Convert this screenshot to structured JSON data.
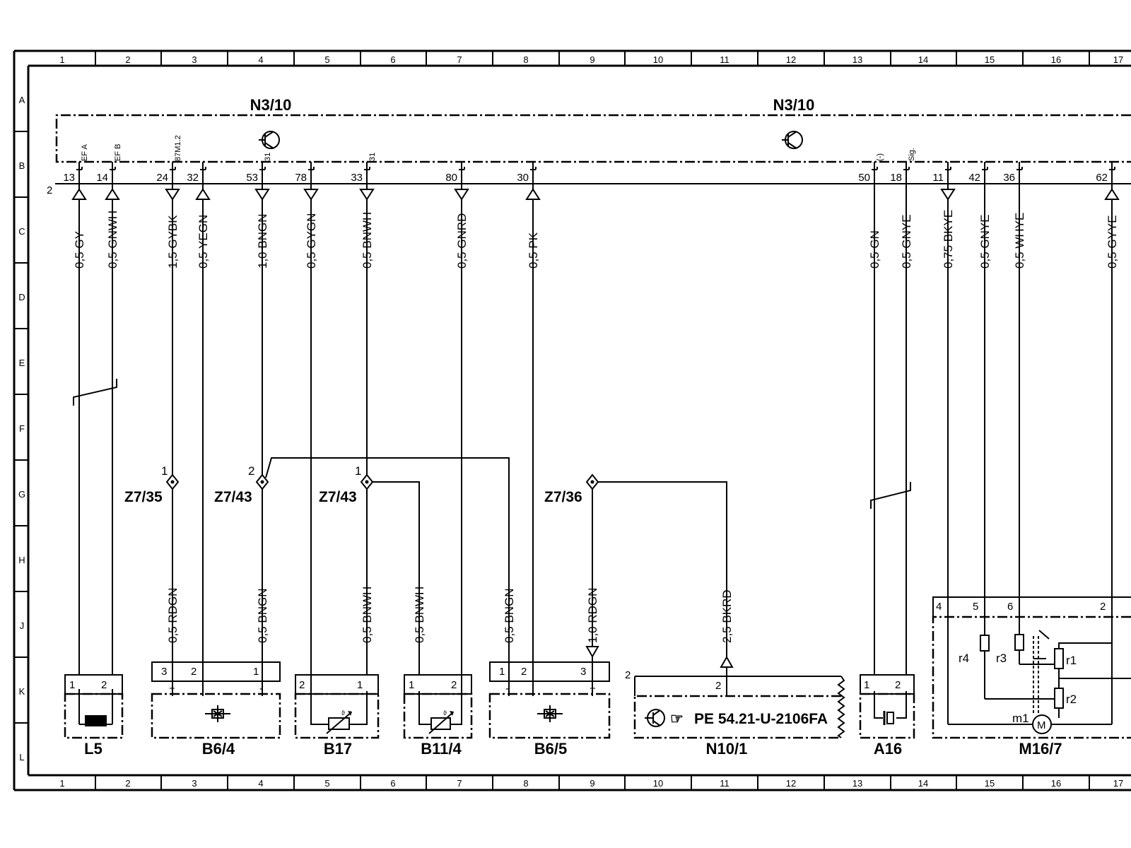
{
  "grid": {
    "columns": [
      "1",
      "2",
      "3",
      "4",
      "5",
      "6",
      "7",
      "8",
      "9",
      "10",
      "11",
      "12",
      "13",
      "14",
      "15",
      "16",
      "17"
    ],
    "rows": [
      "A",
      "B",
      "C",
      "D",
      "E",
      "F",
      "G",
      "H",
      "J",
      "K",
      "L"
    ]
  },
  "header": {
    "module_left": "N3/10",
    "module_right": "N3/10",
    "connector_label": "2"
  },
  "pins_top": [
    {
      "num": "13",
      "name": "EF A",
      "wire": "0,5 GY",
      "dir": "up"
    },
    {
      "num": "14",
      "name": "EF B",
      "wire": "0,5 GNWH",
      "dir": "up"
    },
    {
      "num": "24",
      "name": "87M1.2",
      "wire": "1,5 GYBK",
      "dir": "down"
    },
    {
      "num": "32",
      "name": "",
      "wire": "0,5 YEGN",
      "dir": "up"
    },
    {
      "num": "53",
      "name": "31",
      "wire": "1,0 BNGN",
      "dir": "down"
    },
    {
      "num": "78",
      "name": "",
      "wire": "0,5 GYGN",
      "dir": "down"
    },
    {
      "num": "33",
      "name": "31",
      "wire": "0,5 BNWH",
      "dir": "down"
    },
    {
      "num": "80",
      "name": "",
      "wire": "0,5 GNRD",
      "dir": "down"
    },
    {
      "num": "30",
      "name": "",
      "wire": "0,5 PK",
      "dir": "up"
    },
    {
      "num": "50",
      "name": "(-)",
      "wire": "0,5 GN",
      "dir": "none"
    },
    {
      "num": "18",
      "name": "Sig.",
      "wire": "0,5 GNYE",
      "dir": "none"
    },
    {
      "num": "11",
      "name": "",
      "wire": "0,75 BKYE",
      "dir": "down"
    },
    {
      "num": "42",
      "name": "",
      "wire": "0,5 GNYE",
      "dir": "none"
    },
    {
      "num": "36",
      "name": "",
      "wire": "0,5 WHYE",
      "dir": "none"
    },
    {
      "num": "62",
      "name": "",
      "wire": "0,5 GYYE",
      "dir": "up"
    }
  ],
  "splices": [
    {
      "id": "Z7/35",
      "pin": "1"
    },
    {
      "id": "Z7/43",
      "pin": "2"
    },
    {
      "id": "Z7/43",
      "pin": "1"
    },
    {
      "id": "Z7/36",
      "pin": ""
    }
  ],
  "lower_wires": [
    {
      "label": "0,5 RDGN"
    },
    {
      "label": "0,5 BNGN"
    },
    {
      "label": "0,5 BNWH"
    },
    {
      "label": "0,5 BNWH"
    },
    {
      "label": "0,5 BNGN"
    },
    {
      "label": "1,0 RDGN"
    },
    {
      "label": "2,5 BKRD"
    }
  ],
  "components": [
    {
      "id": "L5",
      "pins": [
        "1",
        "2"
      ]
    },
    {
      "id": "B6/4",
      "pins": [
        "3",
        "2",
        "1"
      ]
    },
    {
      "id": "B17",
      "pins": [
        "2",
        "1"
      ]
    },
    {
      "id": "B11/4",
      "pins": [
        "1",
        "2"
      ]
    },
    {
      "id": "B6/5",
      "pins": [
        "1",
        "2",
        "3"
      ]
    },
    {
      "id": "N10/1",
      "pins": [
        "2"
      ],
      "connector": "2",
      "ref": "PE  54.21-U-2106FA"
    },
    {
      "id": "A16",
      "pins": [
        "1",
        "2"
      ]
    },
    {
      "id": "M16/7",
      "pins": [
        "4",
        "5",
        "6",
        "2"
      ],
      "parts": [
        "r4",
        "r3",
        "r1",
        "r2",
        "m1"
      ]
    }
  ],
  "symbols": {
    "sensor_theta": "ϑ",
    "motor": "M",
    "plus": "+",
    "minus": "-",
    "pointer": "☞"
  }
}
